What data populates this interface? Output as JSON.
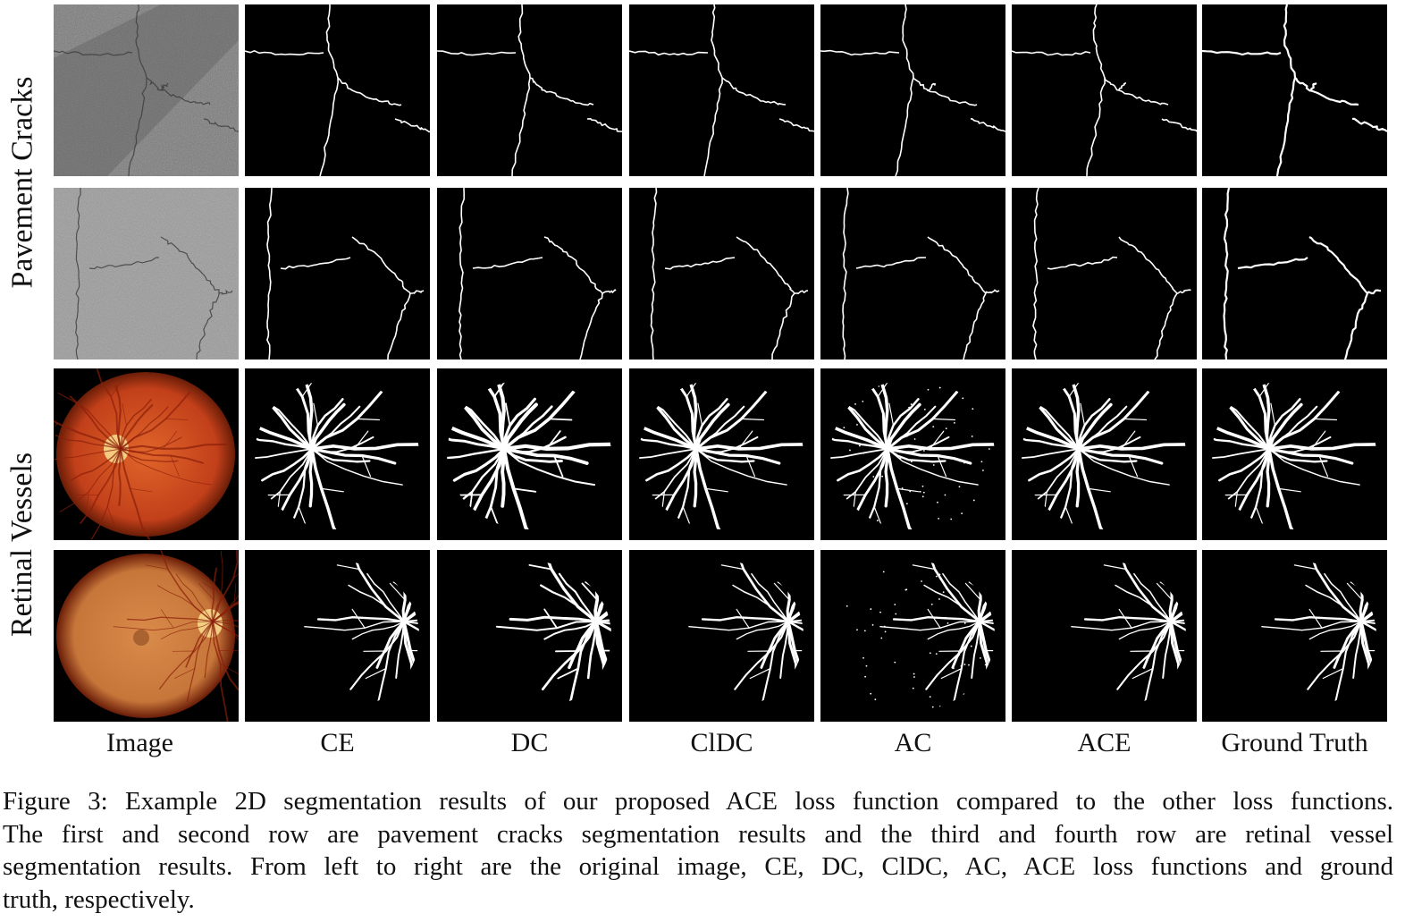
{
  "figure": {
    "row_groups": [
      "Pavement Cracks",
      "Retinal Vessels"
    ],
    "columns": [
      "Image",
      "CE",
      "DC",
      "ClDC",
      "AC",
      "ACE",
      "Ground Truth"
    ]
  },
  "caption": {
    "lines": [
      "Figure 3: Example 2D segmentation results of our proposed ACE loss function compared to the other loss functions.",
      "The first and second row are pavement cracks segmentation results and the third and fourth row are retinal vessel",
      "segmentation results. From left to right are the original image, CE, DC, ClDC, AC, ACE loss functions and ground",
      "truth, respectively."
    ]
  }
}
